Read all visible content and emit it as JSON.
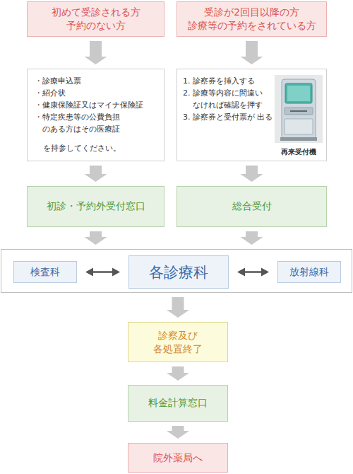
{
  "diagram": {
    "nodes": [
      {
        "text": [
          "初めて受診される方 予約のない方"
        ]
      },
      {
        "text": [
          "受診が2回目以降の方 診療等の予約をされている方"
        ]
      },
      {
        "text": [
          "・診療申込票",
          "・紹介状",
          "・健康保険証又はマイナ保険証",
          "・特定疾患等の公費負担 のある方はその医療証",
          "を持参してください。"
        ]
      },
      {
        "text": [
          "1. 診察券を挿入する",
          "2. 診療等内容に間違い なければ確認を押す",
          "3. 診察券と受付票が 出る",
          "再来受付機"
        ]
      },
      {
        "text": [
          "初診・予約外受付窓口"
        ]
      },
      {
        "text": [
          "総合受付"
        ]
      },
      {
        "text": []
      },
      {
        "text": [
          "検査科"
        ],
        "in": 6
      },
      {
        "text": [
          "各診療科"
        ],
        "in": 6
      },
      {
        "text": [
          "放射線科"
        ],
        "in": 6
      },
      {
        "text": [
          "診察及び 各処置終了"
        ]
      },
      {
        "text": [
          "料金計算窓口"
        ]
      },
      {
        "text": [
          "院外薬局へ"
        ]
      }
    ],
    "edges": [
      {
        "from": 0,
        "to": 2,
        "arrow": "to"
      },
      {
        "from": 1,
        "to": 3,
        "arrow": "to"
      },
      {
        "from": 2,
        "to": 4,
        "arrow": "to"
      },
      {
        "from": 3,
        "to": 5,
        "arrow": "to"
      },
      {
        "from": 4,
        "to": 6,
        "arrow": "to"
      },
      {
        "from": 5,
        "to": 6,
        "arrow": "to"
      },
      {
        "from": 7,
        "to": 8,
        "arrow": "both"
      },
      {
        "from": 8,
        "to": 9,
        "arrow": "both"
      },
      {
        "from": 6,
        "to": 10,
        "arrow": "to"
      },
      {
        "from": 10,
        "to": 11,
        "arrow": "to"
      },
      {
        "from": 11,
        "to": 12,
        "arrow": "to"
      }
    ]
  }
}
